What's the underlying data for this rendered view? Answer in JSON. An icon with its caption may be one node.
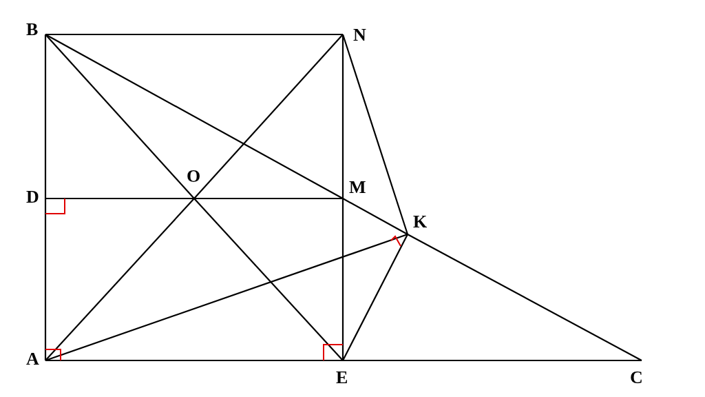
{
  "diagram": {
    "nodes": [
      {
        "text": [
          "B"
        ]
      },
      {
        "text": [
          "N"
        ]
      },
      {
        "text": [
          "D"
        ]
      },
      {
        "text": [
          "O"
        ]
      },
      {
        "text": [
          "M"
        ]
      },
      {
        "text": [
          "K"
        ]
      },
      {
        "text": [
          "A"
        ]
      },
      {
        "text": [
          "E"
        ]
      },
      {
        "text": [
          "C"
        ]
      }
    ],
    "edges": [
      {
        "from": 0,
        "to": 1,
        "arrow": "none"
      },
      {
        "from": 0,
        "to": 2,
        "arrow": "none"
      },
      {
        "from": 2,
        "to": 6,
        "arrow": "none"
      },
      {
        "from": 6,
        "to": 7,
        "arrow": "none"
      },
      {
        "from": 7,
        "to": 8,
        "arrow": "none"
      },
      {
        "from": 0,
        "to": 3,
        "arrow": "none"
      },
      {
        "from": 3,
        "to": 7,
        "arrow": "none"
      },
      {
        "from": 6,
        "to": 3,
        "arrow": "none"
      },
      {
        "from": 3,
        "to": 1,
        "arrow": "none"
      },
      {
        "from": 2,
        "to": 3,
        "arrow": "none"
      },
      {
        "from": 3,
        "to": 4,
        "arrow": "none"
      },
      {
        "from": 0,
        "to": 4,
        "arrow": "none"
      },
      {
        "from": 4,
        "to": 5,
        "arrow": "none"
      },
      {
        "from": 5,
        "to": 8,
        "arrow": "none"
      },
      {
        "from": 1,
        "to": 4,
        "arrow": "none"
      },
      {
        "from": 4,
        "to": 7,
        "arrow": "none"
      },
      {
        "from": 1,
        "to": 5,
        "arrow": "none"
      },
      {
        "from": 6,
        "to": 5,
        "arrow": "none"
      },
      {
        "from": 7,
        "to": 5,
        "arrow": "none"
      }
    ]
  }
}
